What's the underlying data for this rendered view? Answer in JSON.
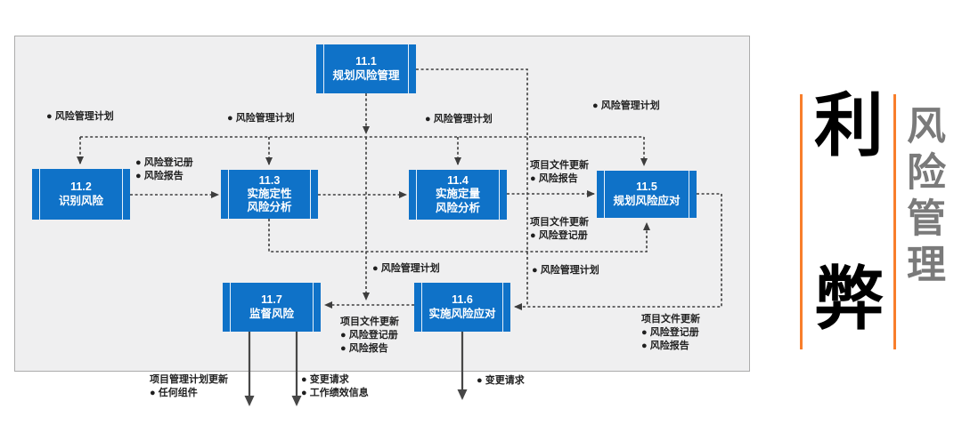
{
  "diagram": {
    "panel_bg": "#EFEFF0",
    "box_color": "#0F72C8",
    "line_color": "#3D3D3D",
    "boxes": [
      {
        "number": "11.1",
        "name": "规划风险管理"
      },
      {
        "number": "11.2",
        "name": "识别风险"
      },
      {
        "number": "11.3",
        "name": "实施定性\n风险分析"
      },
      {
        "number": "11.4",
        "name": "实施定量\n风险分析"
      },
      {
        "number": "11.5",
        "name": "规划风险应对"
      },
      {
        "number": "11.6",
        "name": "实施风险应对"
      },
      {
        "number": "11.7",
        "name": "监督风险"
      }
    ],
    "labels": [
      {
        "text": "● 风险管理计划"
      },
      {
        "text": "● 风险管理计划"
      },
      {
        "text": "● 风险管理计划"
      },
      {
        "text": "● 风险管理计划"
      },
      {
        "text": "● 风险登记册\n● 风险报告"
      },
      {
        "text": "项目文件更新\n● 风险报告"
      },
      {
        "text": "项目文件更新\n● 风险登记册"
      },
      {
        "text": "● 风险管理计划"
      },
      {
        "text": "● 风险管理计划"
      },
      {
        "text": "项目文件更新\n● 风险登记册\n● 风险报告"
      },
      {
        "text": "项目文件更新\n● 风险登记册\n● 风险报告"
      },
      {
        "text": "项目管理计划更新\n● 任何组件"
      },
      {
        "text": "● 变更请求\n● 工作绩效信息"
      },
      {
        "text": "● 变更请求"
      }
    ]
  },
  "side": {
    "pro_char": "利",
    "con_char": "弊",
    "vertical_title": "风险管理",
    "accent_color": "#F87E2B",
    "title_color": "#7A7A7A"
  }
}
